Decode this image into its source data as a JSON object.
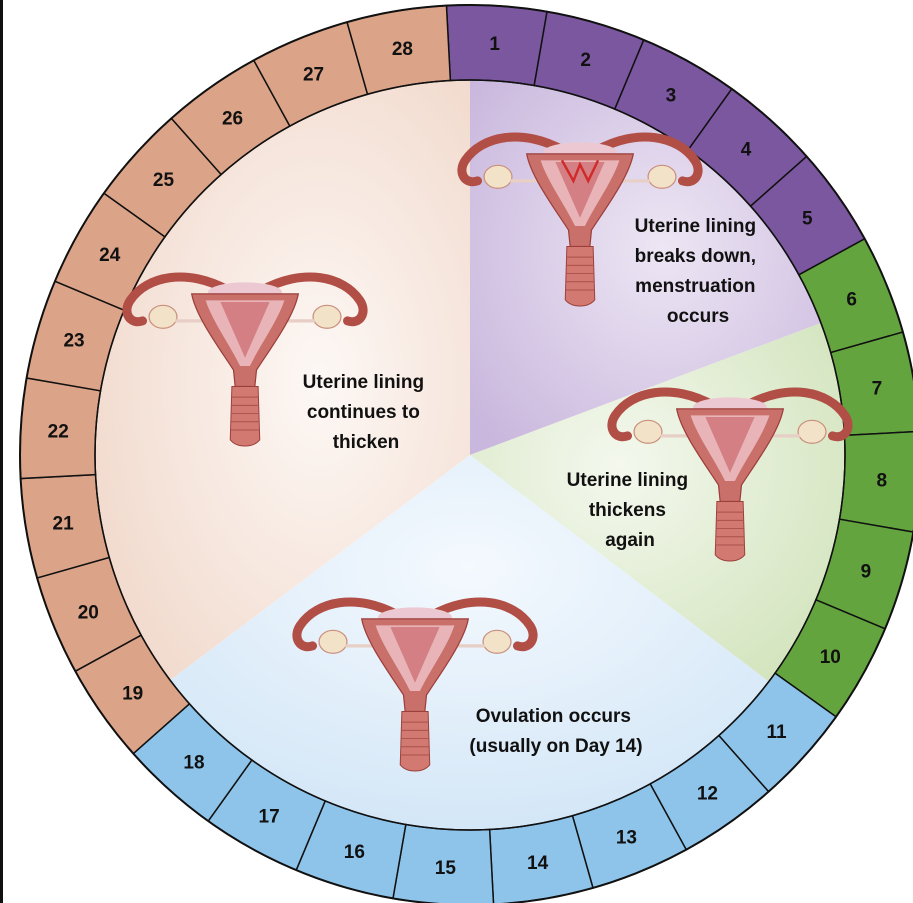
{
  "diagram": {
    "days": [
      "1",
      "2",
      "3",
      "4",
      "5",
      "6",
      "7",
      "8",
      "9",
      "10",
      "11",
      "12",
      "13",
      "14",
      "15",
      "16",
      "17",
      "18",
      "19",
      "20",
      "21",
      "22",
      "23",
      "24",
      "25",
      "26",
      "27",
      "28"
    ],
    "phases": [
      {
        "id": "menstruation",
        "lines": [
          "Uterine lining",
          "breaks down,",
          "menstruation",
          "occurs"
        ],
        "ring_color": "#7b57a0",
        "fill_color": "#d2c3e2"
      },
      {
        "id": "thickens",
        "lines": [
          "Uterine lining",
          "thickens",
          "again"
        ],
        "ring_color": "#63a43f",
        "fill_color": "#d7e7c3"
      },
      {
        "id": "ovulation",
        "lines": [
          "Ovulation occurs",
          "(usually on Day 14)"
        ],
        "ring_color": "#8ec4ea",
        "fill_color": "#dbebf8"
      },
      {
        "id": "continues",
        "lines": [
          "Uterine lining",
          "continues to",
          "thicken"
        ],
        "ring_color": "#dba387",
        "fill_color": "#f3ddd1"
      }
    ]
  }
}
